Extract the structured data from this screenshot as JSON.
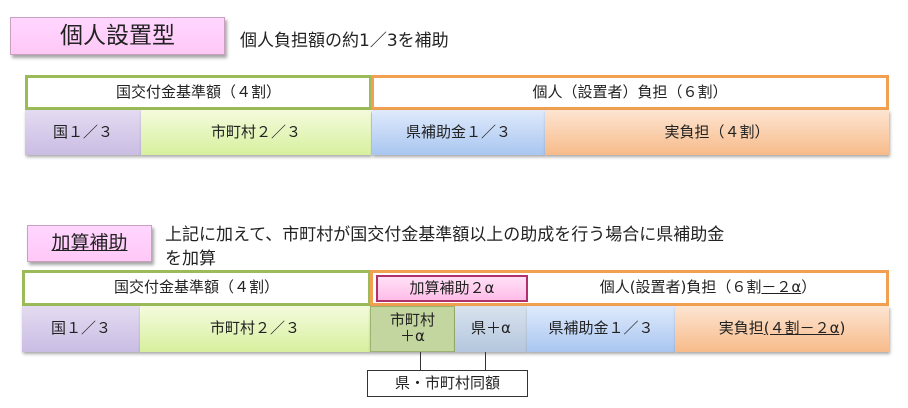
{
  "section1": {
    "title": "個人設置型",
    "description": "個人負担額の約1／3を補助",
    "top_row": {
      "national_base": "国交付金基準額（４割）",
      "individual_burden": "個人（設置者）負担（６割）"
    },
    "bottom_row": {
      "national": "国１／３",
      "municipality": "市町村２／３",
      "prefecture": "県補助金１／３",
      "actual_burden": "実負担（４割）"
    }
  },
  "section2": {
    "title": "加算補助",
    "description_line1": "上記に加えて、市町村が国交付金基準額以上の助成を行う場合に県補助金",
    "description_line2": "を加算",
    "top_row": {
      "national_base": "国交付金基準額（４割）",
      "additional_subsidy": "加算補助２α",
      "individual_burden_prefix": "個人(設置者)負担（６割",
      "individual_burden_minus": "－２α",
      "individual_burden_suffix": "）"
    },
    "bottom_row": {
      "national": "国１／３",
      "municipality": "市町村２／３",
      "municipality_alpha_line1": "市町村",
      "municipality_alpha_line2": "＋α",
      "prefecture_alpha": "県＋α",
      "prefecture": "県補助金１／３",
      "actual_burden_prefix": "実負担",
      "actual_burden_open": "(４割",
      "actual_burden_minus": "－２α",
      "actual_burden_close": ")"
    },
    "callout": "県・市町村同額"
  }
}
